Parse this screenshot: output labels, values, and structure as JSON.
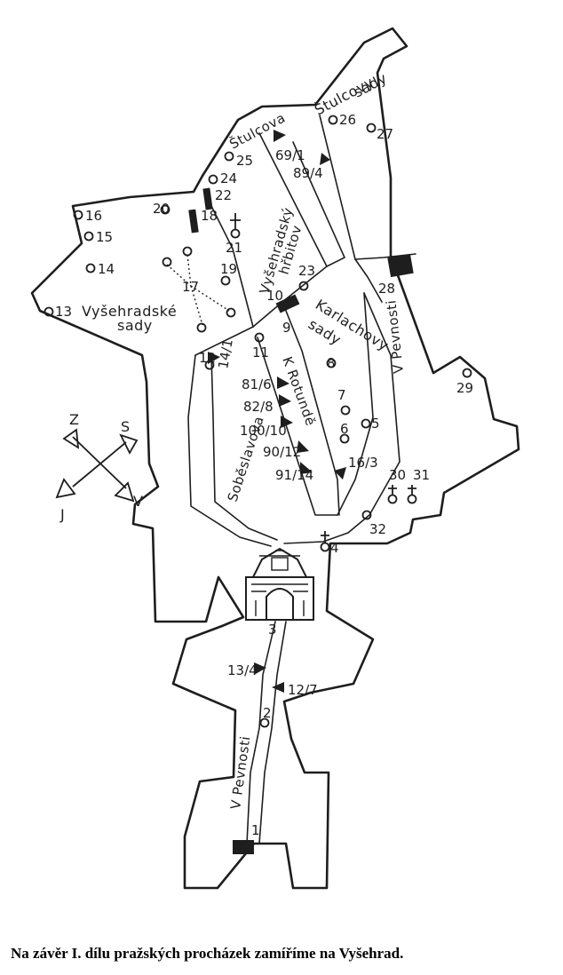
{
  "map": {
    "streets": {
      "stulcova": "Štulcova",
      "hrbitov_1": "Vyšehradský",
      "hrbitov_2": "hřbitov",
      "sobeslavova": "Soběslavova",
      "rotundu": "K Rotundě",
      "pevnosti_north": "V Pevnosti",
      "pevnosti_south": "V Pevnosti"
    },
    "areas": {
      "stulcovy_1": "Štulcovy",
      "stulcovy_2": "sady",
      "vysehradske_1": "Vyšehradské",
      "vysehradske_2": "sady",
      "karlachovy_1": "Karlachovy",
      "karlachovy_2": "sady"
    },
    "labels": {
      "n1": "1",
      "n2": "2",
      "n3": "3",
      "n4": "4",
      "n5": "5",
      "n6": "6",
      "n7": "7",
      "n8": "8",
      "n9": "9",
      "n10": "10",
      "n11": "11",
      "n12": "12",
      "n13": "13",
      "n14": "14",
      "n15": "15",
      "n16": "16",
      "n17": "17",
      "n18": "18",
      "n19": "19",
      "n20": "20",
      "n21": "21",
      "n22": "22",
      "n23": "23",
      "n24": "24",
      "n25": "25",
      "n26": "26",
      "n27": "27",
      "n28": "28",
      "n29": "29",
      "n30": "30",
      "n31": "31",
      "n32": "32",
      "a12_7": "12/7",
      "a13_4": "13/4",
      "a14_1": "14/1",
      "a16_3": "16/3",
      "a69_1": "69/1",
      "a81_6": "81/6",
      "a82_8": "82/8",
      "a89_4": "89/4",
      "a90_12": "90/12",
      "a91_14": "91/14",
      "a100_10": "100/10"
    },
    "compass": {
      "north": "Z",
      "east": "S",
      "south": "J",
      "west": "V"
    }
  },
  "caption": "Na závěr I. dílu pražských procházek zamíříme na Vyšehrad."
}
